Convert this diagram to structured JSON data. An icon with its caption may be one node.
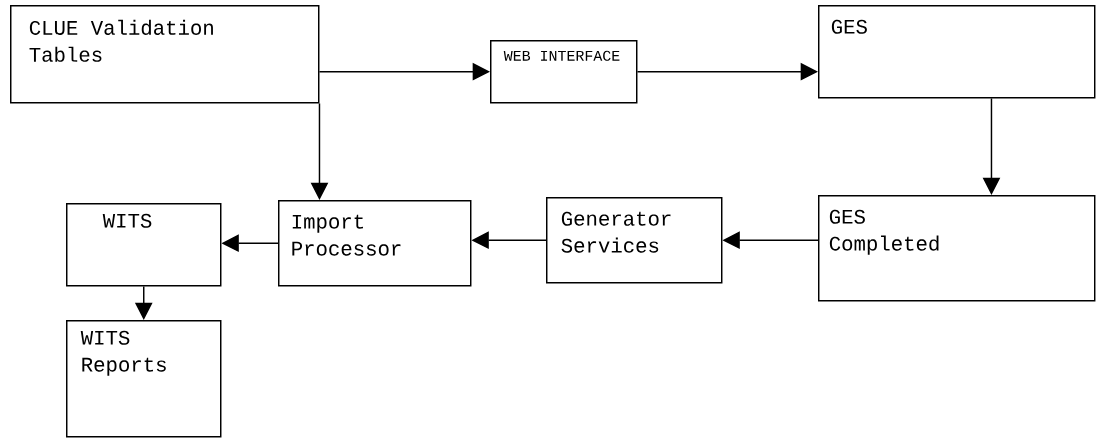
{
  "diagram": {
    "nodes": [
      {
        "text": [
          "CLUE Validation Tables"
        ]
      },
      {
        "text": [
          "WEB INTERFACE"
        ]
      },
      {
        "text": [
          "GES"
        ]
      },
      {
        "text": [
          "GES Completed"
        ]
      },
      {
        "text": [
          "Generator Services"
        ]
      },
      {
        "text": [
          "Import Processor"
        ]
      },
      {
        "text": [
          "WITS"
        ]
      },
      {
        "text": [
          "WITS Reports"
        ]
      }
    ],
    "edges": [
      {
        "from": 0,
        "to": 1,
        "arrow": "to"
      },
      {
        "from": 1,
        "to": 2,
        "arrow": "to"
      },
      {
        "from": 2,
        "to": 3,
        "arrow": "to"
      },
      {
        "from": 3,
        "to": 4,
        "arrow": "to"
      },
      {
        "from": 4,
        "to": 5,
        "arrow": "to"
      },
      {
        "from": 5,
        "to": 6,
        "arrow": "to"
      },
      {
        "from": 0,
        "to": 5,
        "arrow": "to"
      },
      {
        "from": 6,
        "to": 7,
        "arrow": "to"
      }
    ]
  }
}
